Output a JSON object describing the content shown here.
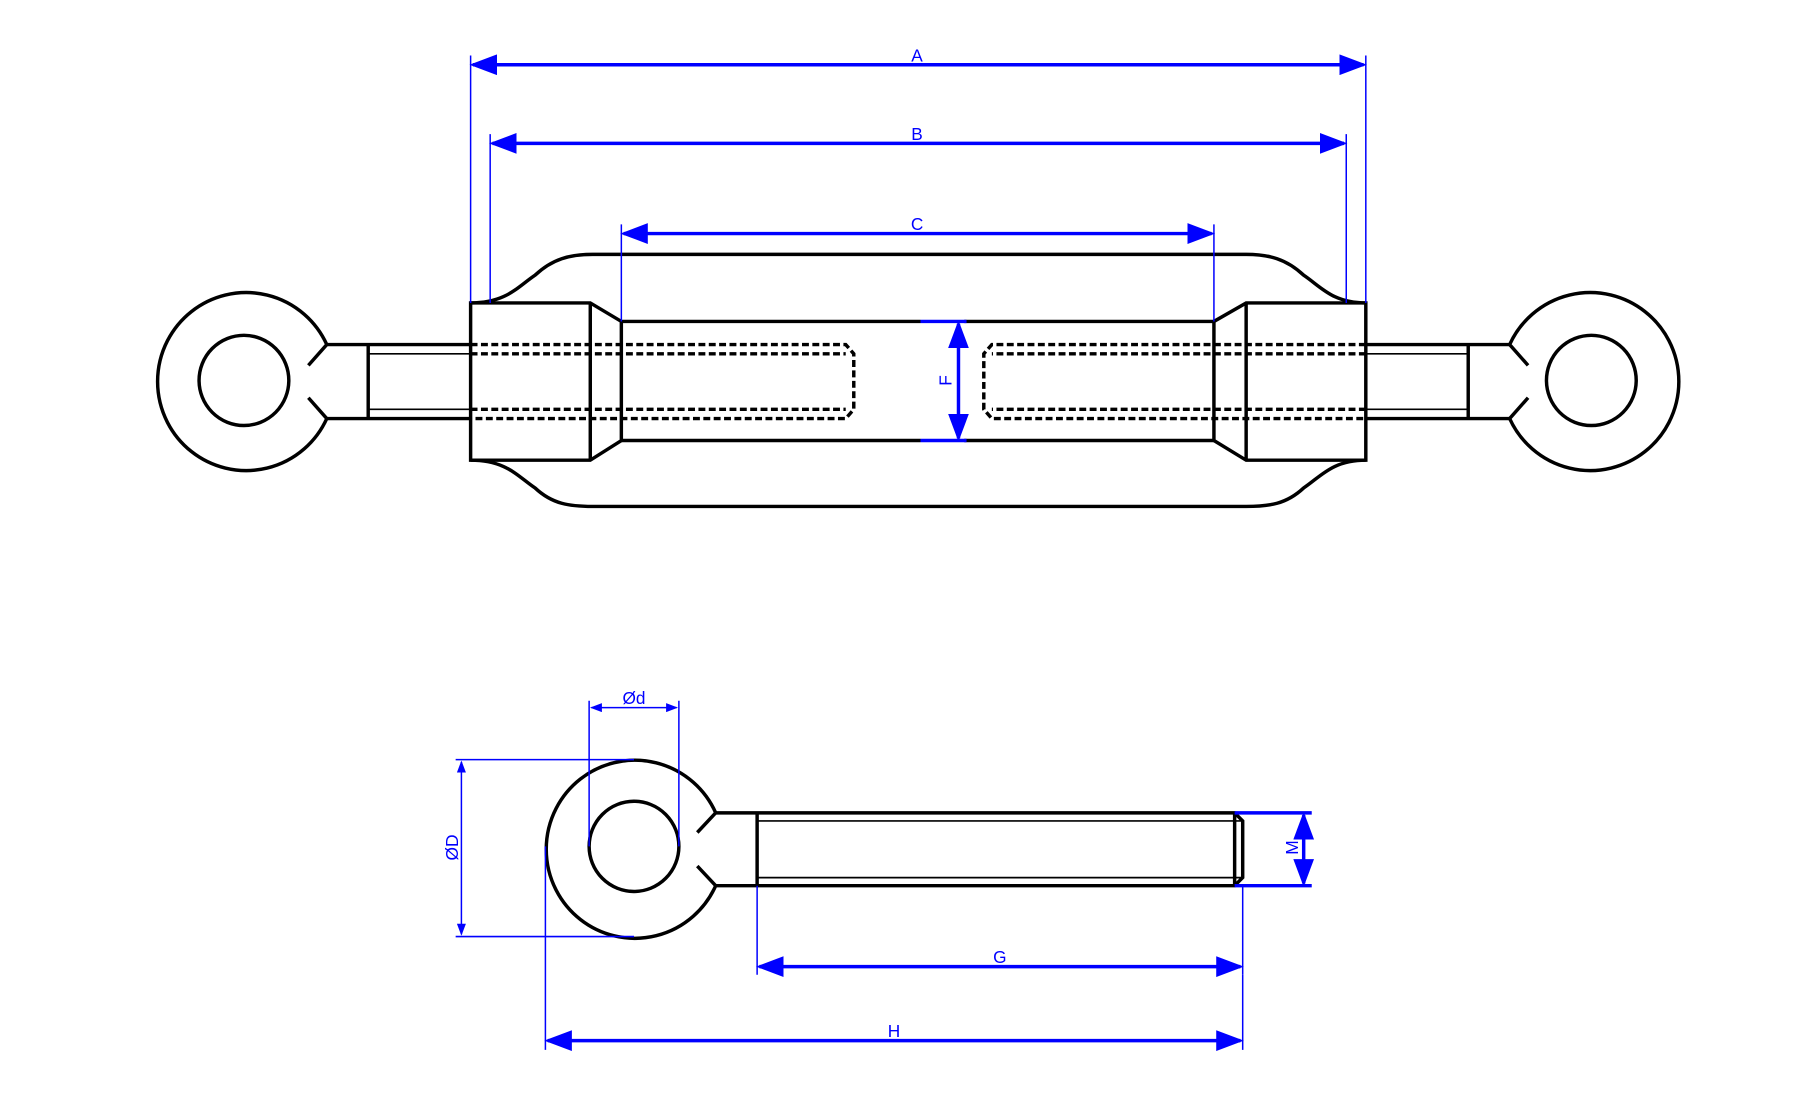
{
  "title": "Turnbuckle with eye bolts – dimension drawing",
  "dimensions": {
    "A": "A",
    "B": "B",
    "C": "C",
    "F": "F",
    "d": "Ød",
    "D": "ØD",
    "M": "M",
    "G": "G",
    "H": "H"
  },
  "colors": {
    "outline": "#000000",
    "dimension": "#0000ff",
    "background": "#ffffff"
  }
}
